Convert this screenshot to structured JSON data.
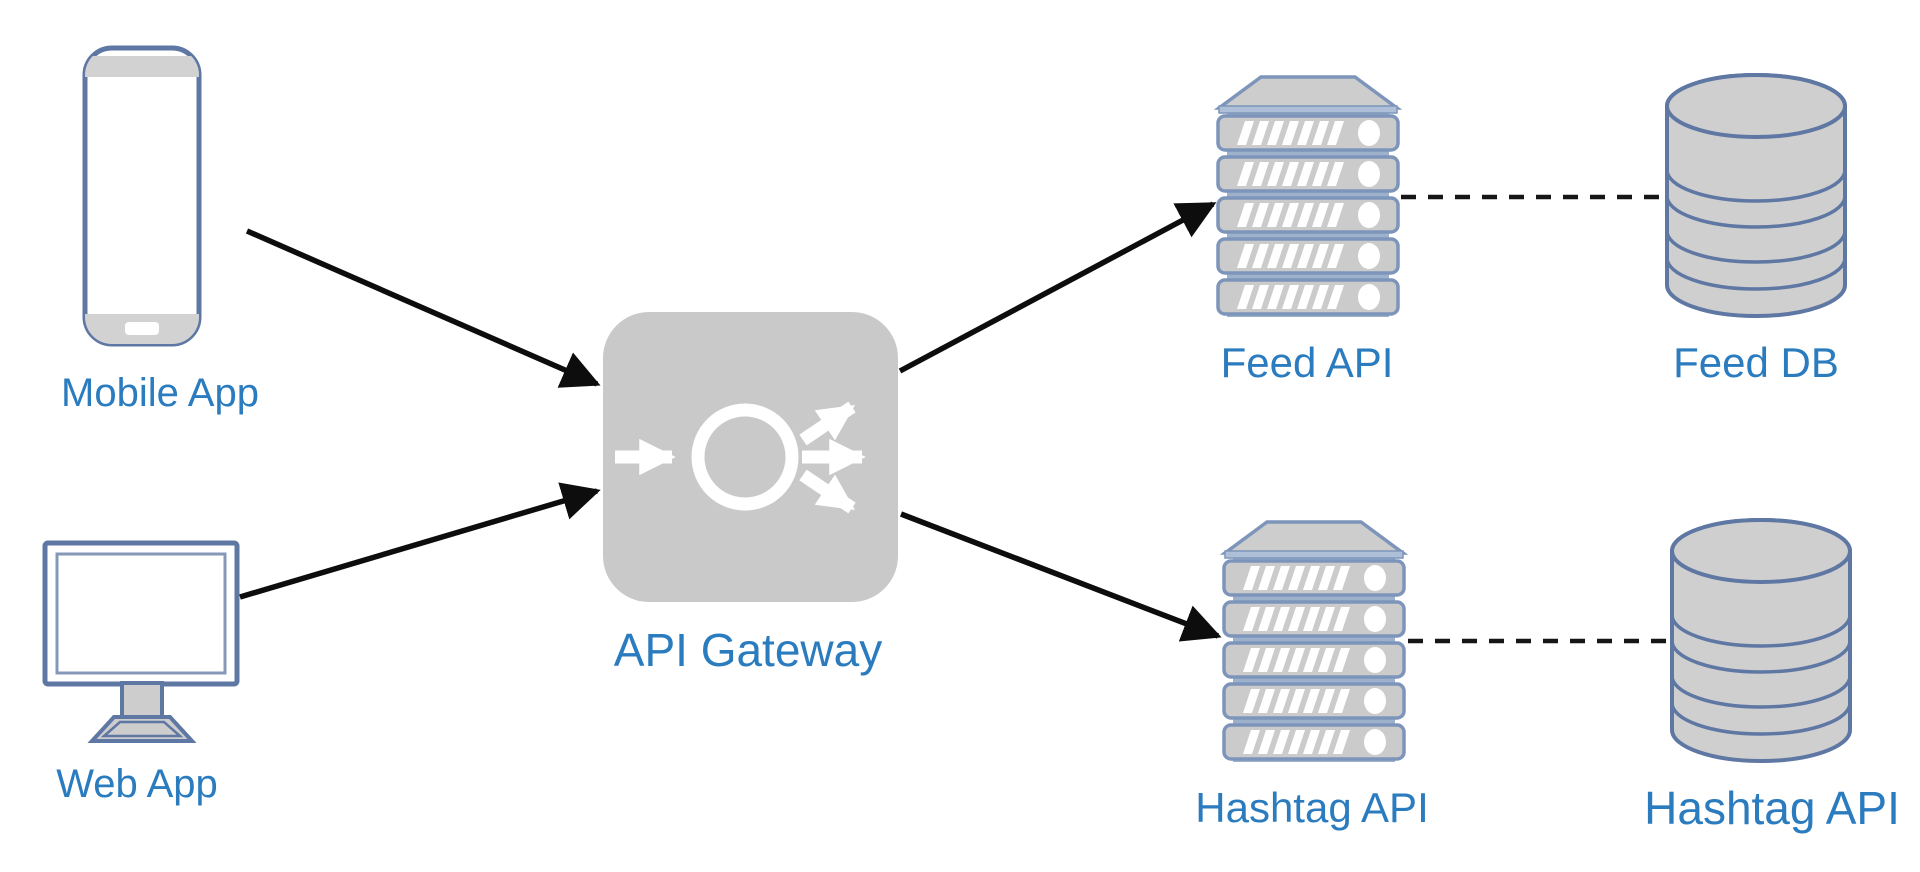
{
  "diagram": {
    "colors": {
      "background": "#ffffff",
      "label_text": "#2b7bbf",
      "device_stroke": "#5e77a3",
      "server_stroke": "#7d95ba",
      "fill_gray": "#cdcdcd",
      "gateway_gray": "#c9c9c9",
      "connector_black": "#0d0d0d",
      "glyph_white": "#ffffff"
    },
    "nodes": {
      "mobile_app": {
        "label": "Mobile App",
        "icon": "smartphone-icon"
      },
      "web_app": {
        "label": "Web App",
        "icon": "desktop-monitor-icon"
      },
      "api_gateway": {
        "label": "API Gateway",
        "icon": "api-gateway-icon"
      },
      "feed_api": {
        "label": "Feed API",
        "icon": "server-stack-icon"
      },
      "feed_db": {
        "label": "Feed DB",
        "icon": "database-cylinder-icon"
      },
      "hashtag_api": {
        "label": "Hashtag API",
        "icon": "server-stack-icon"
      },
      "hashtag_db": {
        "label": "Hashtag API",
        "icon": "database-cylinder-icon"
      }
    },
    "edges": [
      {
        "from": "mobile_app",
        "to": "api_gateway",
        "style": "solid-arrow"
      },
      {
        "from": "web_app",
        "to": "api_gateway",
        "style": "solid-arrow"
      },
      {
        "from": "api_gateway",
        "to": "feed_api",
        "style": "solid-arrow"
      },
      {
        "from": "api_gateway",
        "to": "hashtag_api",
        "style": "solid-arrow"
      },
      {
        "from": "feed_api",
        "to": "feed_db",
        "style": "dashed-line"
      },
      {
        "from": "hashtag_api",
        "to": "hashtag_db",
        "style": "dashed-line"
      }
    ]
  }
}
